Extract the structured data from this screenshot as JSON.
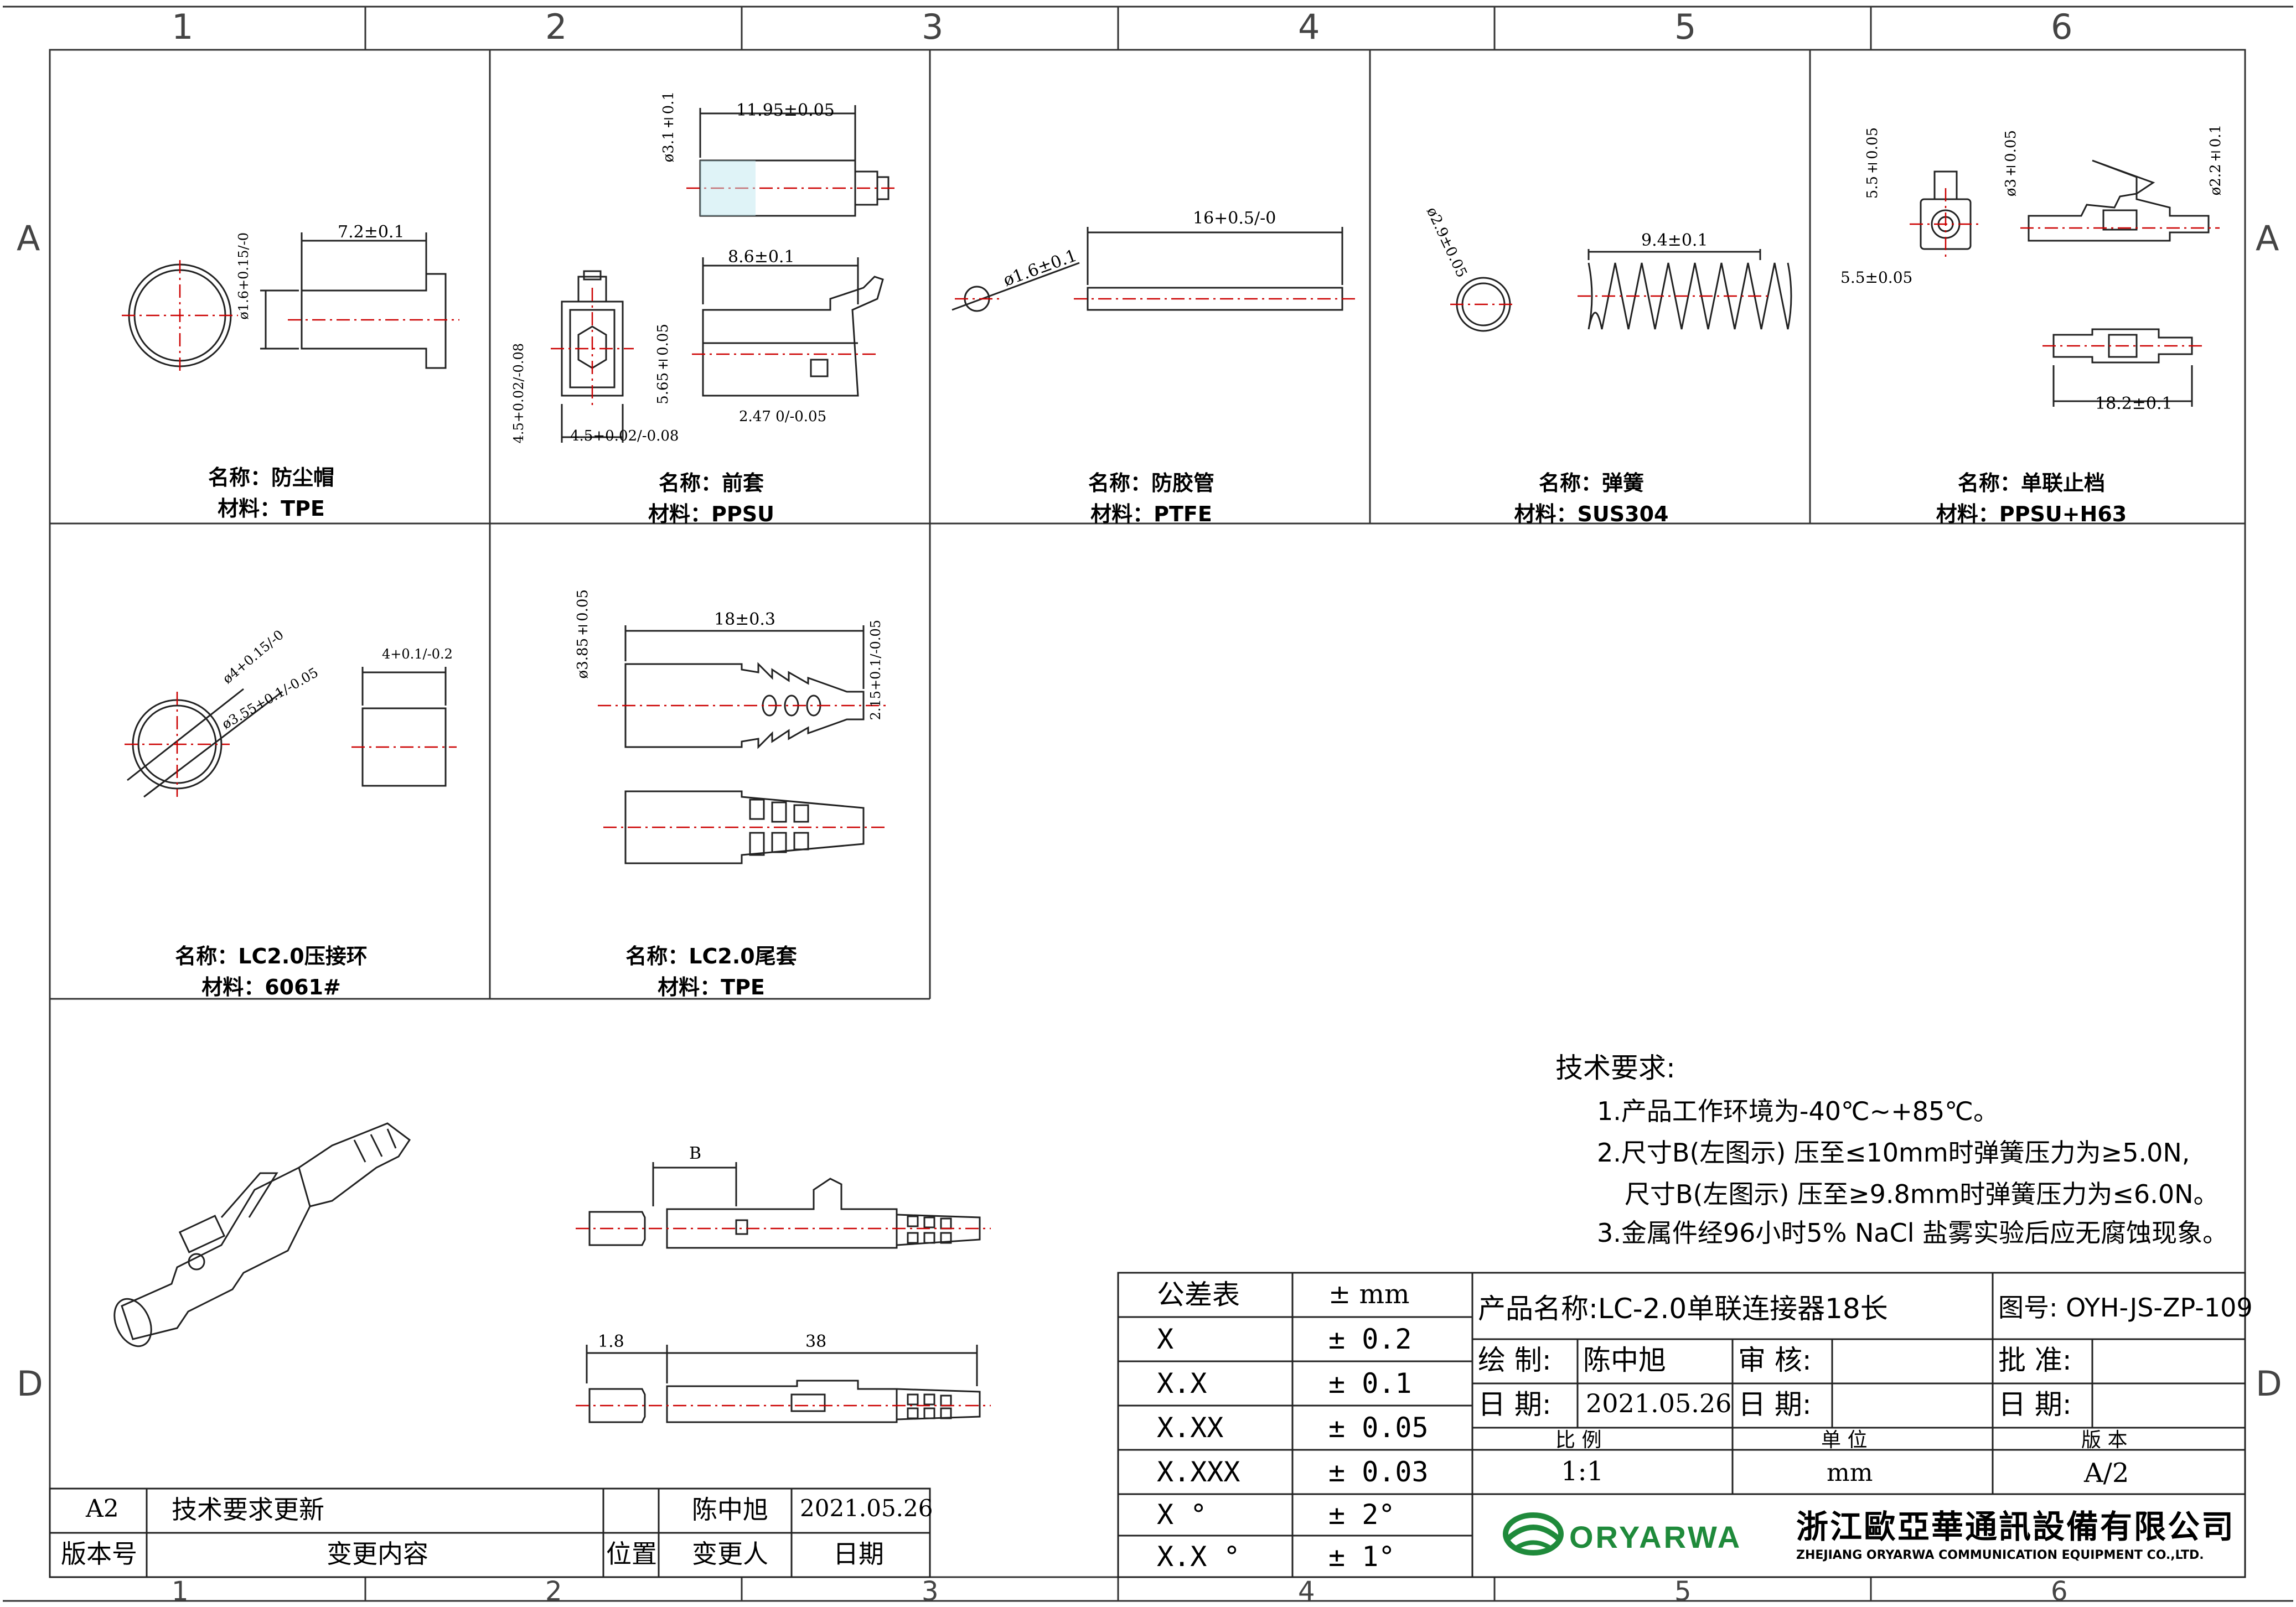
{
  "grid": {
    "columns": [
      "1",
      "2",
      "3",
      "4",
      "5",
      "6"
    ],
    "rows": [
      "A",
      "D"
    ]
  },
  "parts": [
    {
      "name": "名称：防尘帽",
      "material": "材料：TPE",
      "dims": [
        "7.2±0.1",
        "ø1.6+0.15/-0"
      ]
    },
    {
      "name": "名称：前套",
      "material": "材料：PPSU",
      "dims": [
        "11.95±0.05",
        "ø3.1±0.1",
        "8.6±0.1",
        "4.5+0.02/-0.08",
        "5.65±0.05",
        "2.47 0/-0.05",
        "4.5+0.02/-0.08"
      ]
    },
    {
      "name": "名称：防胶管",
      "material": "材料：PTFE",
      "dims": [
        "16+0.5/-0",
        "ø1.6±0.1"
      ]
    },
    {
      "name": "名称：弹簧",
      "material": "材料：SUS304",
      "dims": [
        "9.4±0.1",
        "ø2.9±0.05"
      ]
    },
    {
      "name": "名称：单联止档",
      "material": "材料：PPSU+H63",
      "dims": [
        "5.5±0.05",
        "ø3±0.05",
        "ø2.2±0.1",
        "5.5±0.05",
        "18.2±0.1"
      ]
    },
    {
      "name": "名称：LC2.0压接环",
      "material": "材料：6061#",
      "dims": [
        "ø4+0.15/-0",
        "ø3.55+0.1/-0.05",
        "4+0.1/-0.2"
      ]
    },
    {
      "name": "名称：LC2.0尾套",
      "material": "材料：TPE",
      "dims": [
        "18±0.3",
        "ø3.85±0.05",
        "2.15+0.1/-0.05"
      ]
    }
  ],
  "assembly_dims": {
    "b": "B",
    "d1": "1.8",
    "d2": "38"
  },
  "tech": {
    "title": "技术要求:",
    "items": [
      "1.产品工作环境为-40℃~+85℃。",
      "2.尺寸B(左图示) 压至≤10mm时弹簧压力为≥5.0N,",
      "尺寸B(左图示) 压至≥9.8mm时弹簧压力为≤6.0N。",
      "3.金属件经96小时5% NaCl 盐雾实验后应无腐蚀现象。"
    ]
  },
  "tolerance": {
    "header": "公差表",
    "header_val": "± mm",
    "rows": [
      {
        "k": "X",
        "v": "± 0.2"
      },
      {
        "k": "X.X",
        "v": "± 0.1"
      },
      {
        "k": "X.XX",
        "v": "± 0.05"
      },
      {
        "k": "X.XXX",
        "v": "± 0.03"
      },
      {
        "k": "X °",
        "v": "± 2°"
      },
      {
        "k": "X.X °",
        "v": "± 1°"
      }
    ]
  },
  "title_block": {
    "product": "产品名称:LC-2.0单联连接器18长",
    "drawing_no": "图号: OYH-JS-ZP-109",
    "draw_label": "绘 制:",
    "draw_name": "陈中旭",
    "review_label": "审 核:",
    "approve_label": "批 准:",
    "date_label": "日 期:",
    "date_val": "2021.05.26",
    "date_label2": "日 期:",
    "date_label3": "日 期:",
    "scale_label": "比 例",
    "scale_val": "1:1",
    "unit_label": "单 位",
    "unit_val": "mm",
    "version_label": "版 本",
    "version_val": "A/2",
    "logo": "ORYARWA",
    "company_cn": "浙江歐亞華通訊設備有限公司",
    "company_en": "ZHEJIANG ORYARWA COMMUNICATION EQUIPMENT CO.,LTD."
  },
  "revision": {
    "row": {
      "ver": "A2",
      "content": "技术要求更新",
      "pos": "",
      "person": "陈中旭",
      "date": "2021.05.26"
    },
    "head": {
      "ver": "版本号",
      "content": "变更内容",
      "pos": "位置",
      "person": "变更人",
      "date": "日期"
    }
  }
}
